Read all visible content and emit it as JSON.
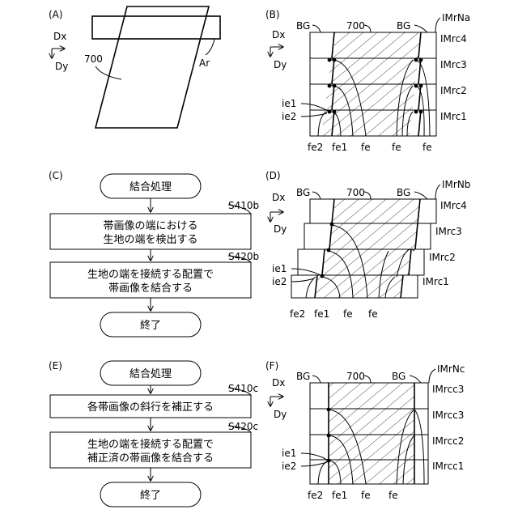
{
  "panels": {
    "A": {
      "tag": "(A)",
      "dx": "Dx",
      "dy": "Dy",
      "fabric": "700",
      "area": "Ar"
    },
    "B": {
      "tag": "(B)",
      "dx": "Dx",
      "dy": "Dy",
      "bg_left": "BG",
      "bg_right": "BG",
      "fabric": "700",
      "image": "IMrNa",
      "strips": [
        "IMrc4",
        "IMrc3",
        "IMrc2",
        "IMrc1"
      ],
      "ie1": "ie1",
      "ie2": "ie2",
      "bottom": [
        "fe2",
        "fe1",
        "fe",
        "fe",
        "fe"
      ]
    },
    "C": {
      "tag": "(C)",
      "start": "結合処理",
      "step1_id": "S410b",
      "step1_line1": "帯画像の端における",
      "step1_line2": "生地の端を検出する",
      "step2_id": "S420b",
      "step2_line1": "生地の端を接続する配置で",
      "step2_line2": "帯画像を結合する",
      "end": "終了"
    },
    "D": {
      "tag": "(D)",
      "dx": "Dx",
      "dy": "Dy",
      "bg_left": "BG",
      "bg_right": "BG",
      "fabric": "700",
      "image": "IMrNb",
      "strips": [
        "IMrc4",
        "IMrc3",
        "IMrc2",
        "IMrc1"
      ],
      "ie1": "ie1",
      "ie2": "ie2",
      "bottom": [
        "fe2",
        "fe1",
        "fe",
        "fe"
      ]
    },
    "E": {
      "tag": "(E)",
      "start": "結合処理",
      "step1_id": "S410c",
      "step1_line1": "各帯画像の斜行を補正する",
      "step2_id": "S420c",
      "step2_line1": "生地の端を接続する配置で",
      "step2_line2": "補正済の帯画像を結合する",
      "end": "終了"
    },
    "F": {
      "tag": "(F)",
      "dx": "Dx",
      "dy": "Dy",
      "bg_left": "BG",
      "bg_right": "BG",
      "fabric": "700",
      "image": "IMrNc",
      "strips": [
        "IMrcc3",
        "IMrcc3",
        "IMrcc2",
        "IMrcc1"
      ],
      "ie1": "ie1",
      "ie2": "ie2",
      "bottom": [
        "fe2",
        "fe1",
        "fe",
        "fe"
      ]
    }
  }
}
